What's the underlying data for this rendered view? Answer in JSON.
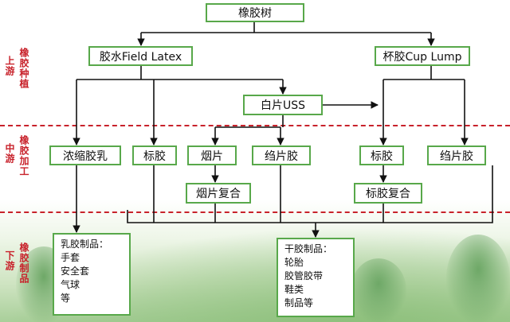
{
  "root": "橡胶树",
  "sources": {
    "latex": "胶水Field Latex",
    "cup_lump": "杯胶Cup Lump",
    "uss": "白片USS"
  },
  "stages": {
    "upstream": {
      "top": "上游",
      "side": "橡胶种植"
    },
    "midstream": {
      "top": "中游",
      "side": "橡胶加工"
    },
    "downstream": {
      "top": "下游",
      "side": "橡胶制品"
    }
  },
  "processing": {
    "concentrated_latex": "浓缩胶乳",
    "standard_rubber_left": "标胶",
    "smoked_sheet": "烟片",
    "crepe_left": "绉片胶",
    "standard_rubber_right": "标胶",
    "crepe_right": "绉片胶",
    "smoked_compound": "烟片复合",
    "standard_compound": "标胶复合"
  },
  "products": {
    "latex_products": {
      "title": "乳胶制品：",
      "items": [
        "手套",
        "安全套",
        "气球",
        "等"
      ]
    },
    "dry_products": {
      "title": "干胶制品：",
      "items": [
        "轮胎",
        "胶管胶带",
        "鞋类",
        "制品等"
      ]
    }
  },
  "colors": {
    "box_border": "#58a84a",
    "stage_label": "#c8222b",
    "divider": "#c8222b",
    "arrow": "#111111"
  }
}
